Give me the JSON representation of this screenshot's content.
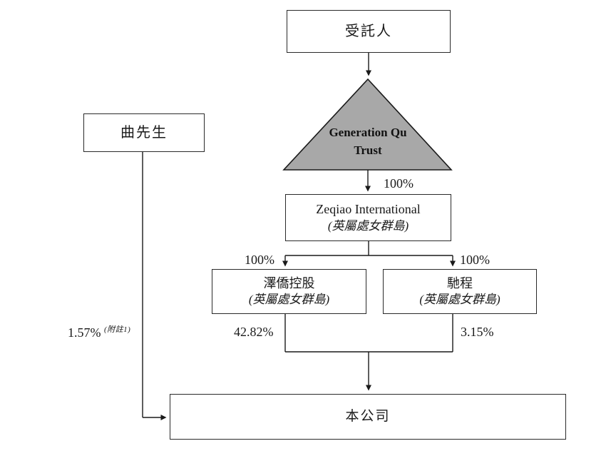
{
  "diagram": {
    "type": "ownership-structure",
    "nodes": {
      "trustee": {
        "label": "受託人"
      },
      "mr_qu": {
        "label": "曲先生"
      },
      "trust": {
        "line1": "Generation Qu",
        "line2": "Trust"
      },
      "zeqiao_international": {
        "name": "Zeqiao International",
        "jurisdiction": "(英屬處女群島)"
      },
      "zeqiao_holdings": {
        "name": "澤僑控股",
        "jurisdiction": "(英屬處女群島)"
      },
      "chicheng": {
        "name": "馳程",
        "jurisdiction": "(英屬處女群島)"
      },
      "company": {
        "label": "本公司"
      }
    },
    "edges": {
      "trust_to_zeqiao_international": "100%",
      "zeqiao_international_to_holdings": "100%",
      "zeqiao_international_to_chicheng": "100%",
      "holdings_to_company": "42.82%",
      "chicheng_to_company": "3.15%",
      "mr_qu_to_company": "1.57%",
      "mr_qu_to_company_note": "(附註1)"
    },
    "colors": {
      "triangle_fill": "#a8a8a8",
      "line": "#1a1a1a",
      "background": "#ffffff"
    }
  }
}
